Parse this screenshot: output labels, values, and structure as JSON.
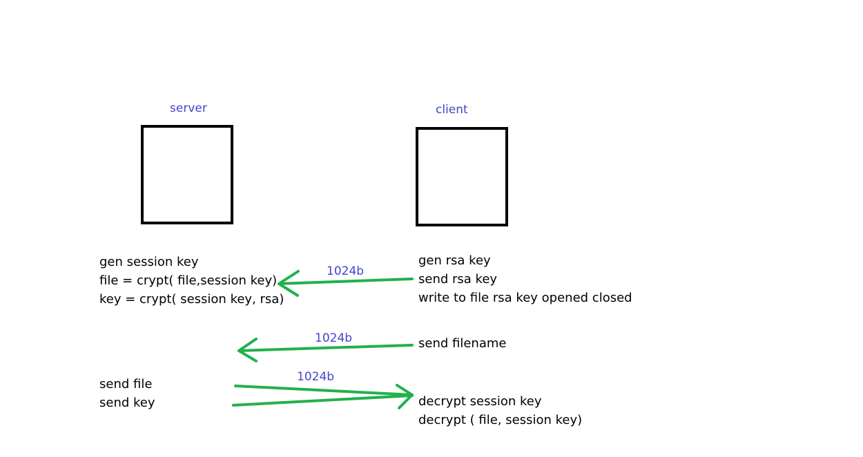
{
  "colors": {
    "text": "#000000",
    "label": "#4444cc",
    "arrow": "#22b14c",
    "box_border": "#000000",
    "background": "#ffffff"
  },
  "server": {
    "label": "server",
    "steps_block1": [
      "gen session key",
      "file = crypt( file,session key)",
      "key = crypt( session key, rsa)"
    ],
    "steps_block2": [
      "send file",
      "send key"
    ]
  },
  "client": {
    "label": "client",
    "steps_block1": [
      "gen rsa key",
      "send rsa key",
      "write to file rsa key opened closed"
    ],
    "steps_block2": [
      "send filename"
    ],
    "steps_block3": [
      "decrypt session key",
      "decrypt ( file, session key)"
    ]
  },
  "messages": [
    {
      "label": "1024b",
      "direction": "client-to-server"
    },
    {
      "label": "1024b",
      "direction": "client-to-server"
    },
    {
      "label": "1024b",
      "direction": "server-to-client"
    }
  ]
}
